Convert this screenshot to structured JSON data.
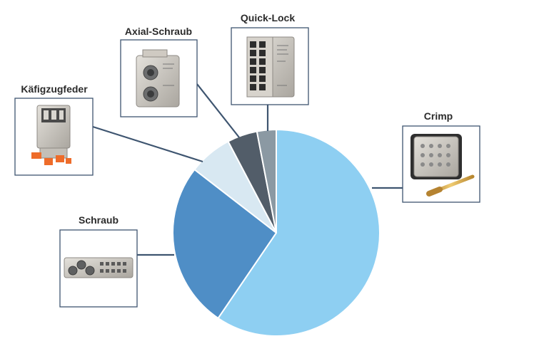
{
  "chart_data": {
    "type": "pie",
    "title": "",
    "start_angle_deg": 0,
    "direction": "clockwise",
    "slices": [
      {
        "label": "Crimp",
        "value": 59.5,
        "color": "#8ecff2"
      },
      {
        "label": "Schraub",
        "value": 26.0,
        "color": "#4f8ec6"
      },
      {
        "label": "Käfigzugfeder",
        "value": 6.8,
        "color": "#d8e8f2"
      },
      {
        "label": "Axial-Schraub",
        "value": 4.7,
        "color": "#525d69"
      },
      {
        "label": "Quick-Lock",
        "value": 3.0,
        "color": "#8b99a3"
      }
    ]
  },
  "colors": {
    "leader_line": "#3e5570",
    "card_border": "#3e5570",
    "slice_separator": "#ffffff"
  },
  "images": {
    "crimp": "connector-insert-with-crimp-contact-photo",
    "schraub": "screw-terminal-connector-insert-photo",
    "kaefigzugfeder": "cage-clamp-connector-module-photo",
    "axial_schraub": "axial-screw-connector-module-photo",
    "quick_lock": "quick-lock-connector-module-photo"
  }
}
